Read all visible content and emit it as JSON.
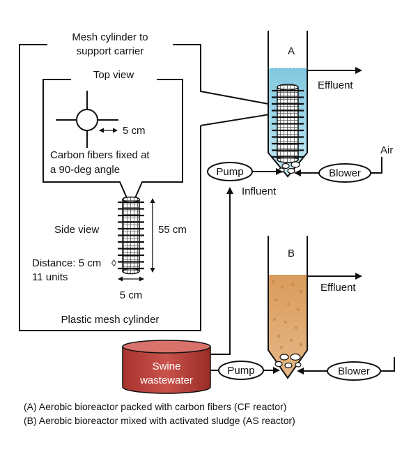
{
  "labels": {
    "mesh_cylinder_l1": "Mesh cylinder to",
    "mesh_cylinder_l2": "support carrier",
    "top_view": "Top view",
    "dim_5cm_top": "5 cm",
    "carbon_l1": "Carbon fibers fixed at",
    "carbon_l2": "a 90-deg angle",
    "side_view": "Side view",
    "dim_55cm": "55 cm",
    "distance": "Distance: 5 cm",
    "units": "11 units",
    "dim_5cm_side": "5 cm",
    "plastic_mesh": "Plastic mesh cylinder"
  },
  "reactor_a": {
    "label": "A",
    "effluent": "Effluent",
    "air": "Air",
    "pump": "Pump",
    "influent": "Influent",
    "blower": "Blower"
  },
  "reactor_b": {
    "label": "B",
    "effluent": "Effluent",
    "pump": "Pump",
    "blower": "Blower"
  },
  "tank": {
    "line1": "Swine",
    "line2": "wastewater"
  },
  "caption": {
    "line_a": "(A) Aerobic bioreactor packed with carbon fibers (CF reactor)",
    "line_b": "(B) Aerobic bioreactor mixed with activated sludge (AS reactor)"
  },
  "colors": {
    "water_fill": "#a9dcea",
    "sludge_fill": "#d9a06a",
    "tank_fill": "#b8443f"
  }
}
